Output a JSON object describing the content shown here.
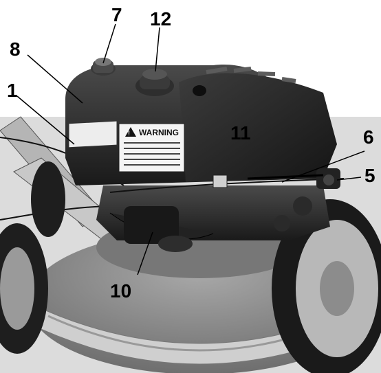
{
  "callouts": [
    {
      "id": "7",
      "label": "7"
    },
    {
      "id": "12",
      "label": "12"
    },
    {
      "id": "8",
      "label": "8"
    },
    {
      "id": "1",
      "label": "1"
    },
    {
      "id": "11",
      "label": "11"
    },
    {
      "id": "6",
      "label": "6"
    },
    {
      "id": "5",
      "label": "5"
    },
    {
      "id": "10",
      "label": "10"
    }
  ],
  "warning_label": {
    "title": "WARNING"
  },
  "colors": {
    "background": "#ffffff",
    "engine": "#2a2a2a",
    "deck": "#8a8a8a",
    "text": "#000000"
  },
  "icons": [
    "warning-triangle-icon"
  ]
}
